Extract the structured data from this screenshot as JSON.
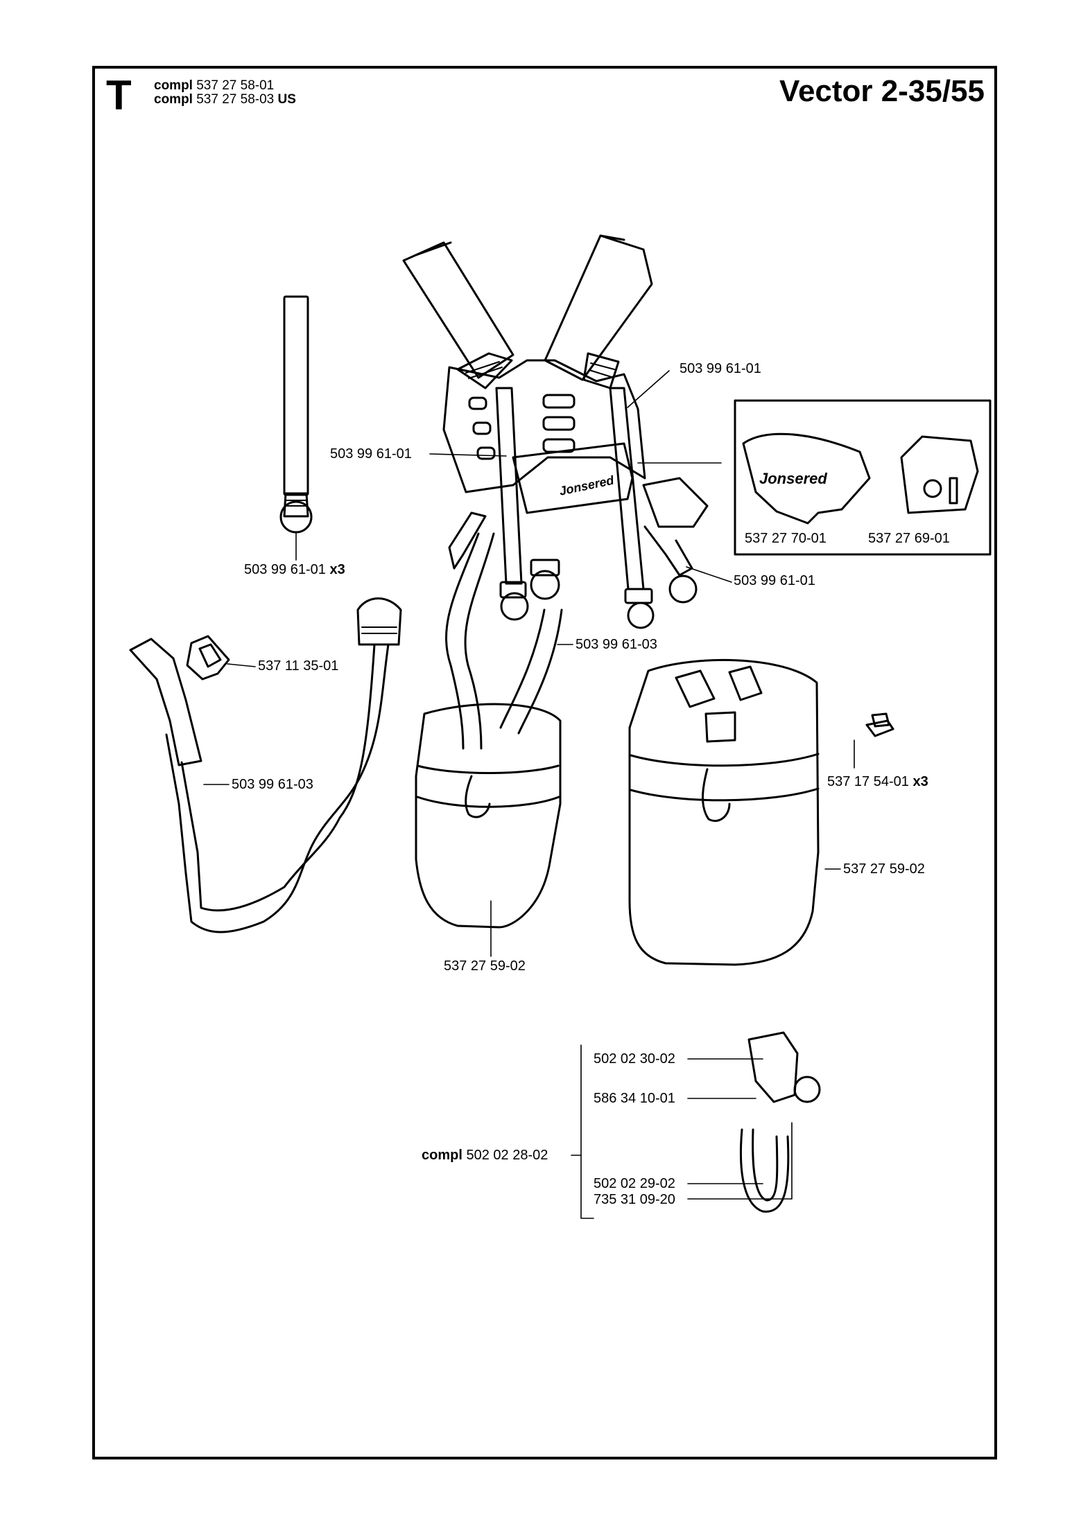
{
  "header": {
    "section_letter": "T",
    "compl_word": "compl",
    "compl_1_number": "537 27 58-01",
    "compl_2_number": "537 27 58-03",
    "compl_2_suffix": "US",
    "model": "Vector 2-35/55"
  },
  "brand_text": "Jonsered",
  "labels": {
    "harness_upper_right": "503 99 61-01",
    "harness_left": "503 99 61-01",
    "harness_lower_right": "503 99 61-01",
    "strap_single_number": "503 99 61-01",
    "strap_single_qty": "x3",
    "buckle": "537 11 35-01",
    "hip_strap_center": "503 99 61-03",
    "hip_strap_left": "503 99 61-03",
    "pad_left": "537 27 70-01",
    "pad_right": "537 27 69-01",
    "screw_number": "537 17 54-01",
    "screw_qty": "x3",
    "hip_pad_right": "537 27 59-02",
    "hip_pad_center": "537 27 59-02",
    "hook_part_1": "502 02 30-02",
    "hook_part_2": "586 34 10-01",
    "hook_compl_word": "compl",
    "hook_compl_number": "502 02 28-02",
    "hook_part_3": "502 02 29-02",
    "hook_part_4": "735 31 09-20"
  }
}
